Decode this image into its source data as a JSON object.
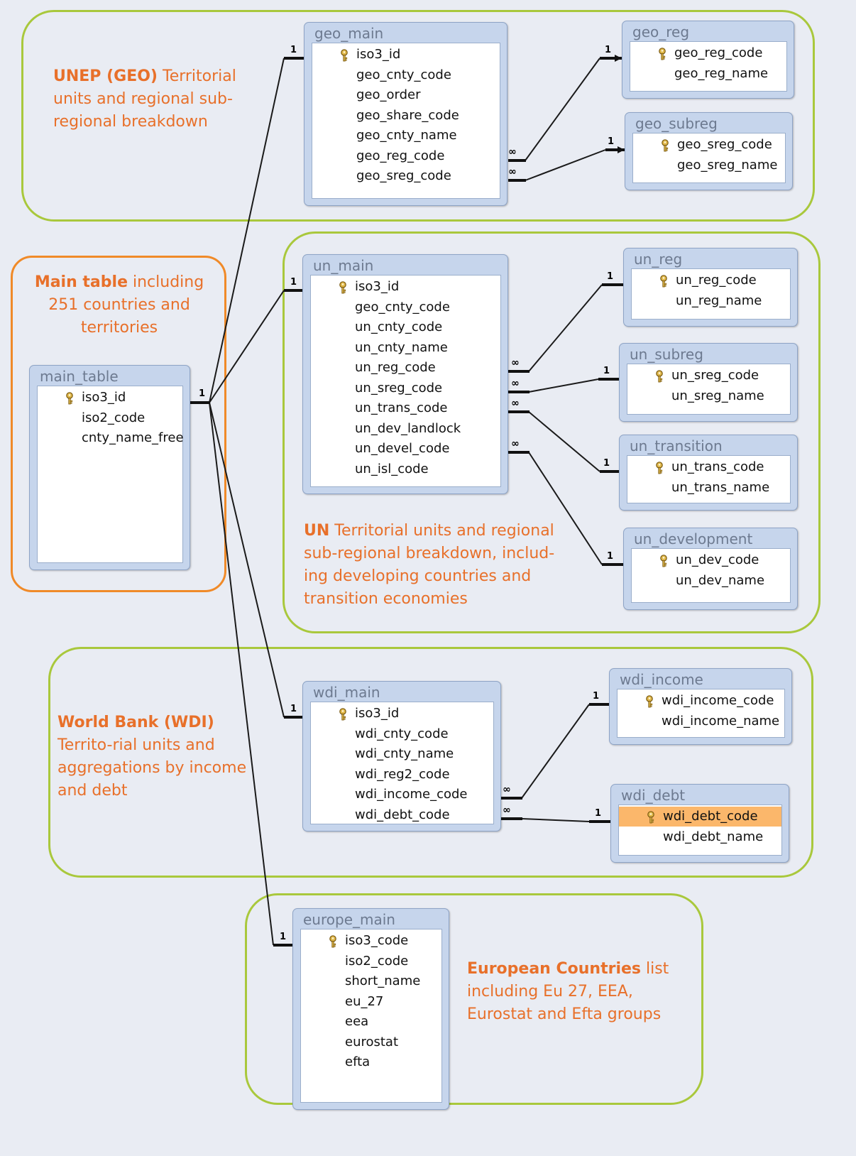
{
  "groups": {
    "geo": {
      "bold": "UNEP (GEO)",
      "text": " Territorial units and regional sub-regional breakdown"
    },
    "main": {
      "bold": "Main table",
      "text": " including 251 countries and territories"
    },
    "un": {
      "bold": "UN",
      "text": " Territorial units and regional sub-regional breakdown, includ-ing developing countries and transition economies"
    },
    "wdi": {
      "bold": "World Bank (WDI)",
      "text": " Territo-rial units and aggregations by income and debt"
    },
    "europe": {
      "bold": "European Countries",
      "text": " list including Eu 27, EEA, Eurostat and Efta groups"
    }
  },
  "tables": {
    "geo_main": {
      "title": "geo_main",
      "fields": [
        "iso3_id",
        "geo_cnty_code",
        "geo_order",
        "geo_share_code",
        "geo_cnty_name",
        "geo_reg_code",
        "geo_sreg_code"
      ]
    },
    "geo_reg": {
      "title": "geo_reg",
      "fields": [
        "geo_reg_code",
        "geo_reg_name"
      ]
    },
    "geo_subreg": {
      "title": "geo_subreg",
      "fields": [
        "geo_sreg_code",
        "geo_sreg_name"
      ]
    },
    "main_table": {
      "title": "main_table",
      "fields": [
        "iso3_id",
        "iso2_code",
        "cnty_name_free"
      ]
    },
    "un_main": {
      "title": "un_main",
      "fields": [
        "iso3_id",
        "geo_cnty_code",
        "un_cnty_code",
        "un_cnty_name",
        "un_reg_code",
        "un_sreg_code",
        "un_trans_code",
        "un_dev_landlock",
        "un_devel_code",
        "un_isl_code"
      ]
    },
    "un_reg": {
      "title": "un_reg",
      "fields": [
        "un_reg_code",
        "un_reg_name"
      ]
    },
    "un_subreg": {
      "title": "un_subreg",
      "fields": [
        "un_sreg_code",
        "un_sreg_name"
      ]
    },
    "un_transition": {
      "title": "un_transition",
      "fields": [
        "un_trans_code",
        "un_trans_name"
      ]
    },
    "un_development": {
      "title": "un_development",
      "fields": [
        "un_dev_code",
        "un_dev_name"
      ]
    },
    "wdi_main": {
      "title": "wdi_main",
      "fields": [
        "iso3_id",
        "wdi_cnty_code",
        "wdi_cnty_name",
        "wdi_reg2_code",
        "wdi_income_code",
        "wdi_debt_code"
      ]
    },
    "wdi_income": {
      "title": "wdi_income",
      "fields": [
        "wdi_income_code",
        "wdi_income_name"
      ]
    },
    "wdi_debt": {
      "title": "wdi_debt",
      "fields": [
        "wdi_debt_code",
        "wdi_debt_name"
      ]
    },
    "europe_main": {
      "title": "europe_main",
      "fields": [
        "iso3_code",
        "iso2_code",
        "short_name",
        "eu_27",
        "eea",
        "eurostat",
        "efta"
      ]
    }
  },
  "cardinality": {
    "one": "1",
    "many": "∞"
  },
  "colors": {
    "accent_text": "#e8702a",
    "group_border": "#a9c83c",
    "main_border": "#f08a28",
    "selected_field": "#fbb76b"
  }
}
